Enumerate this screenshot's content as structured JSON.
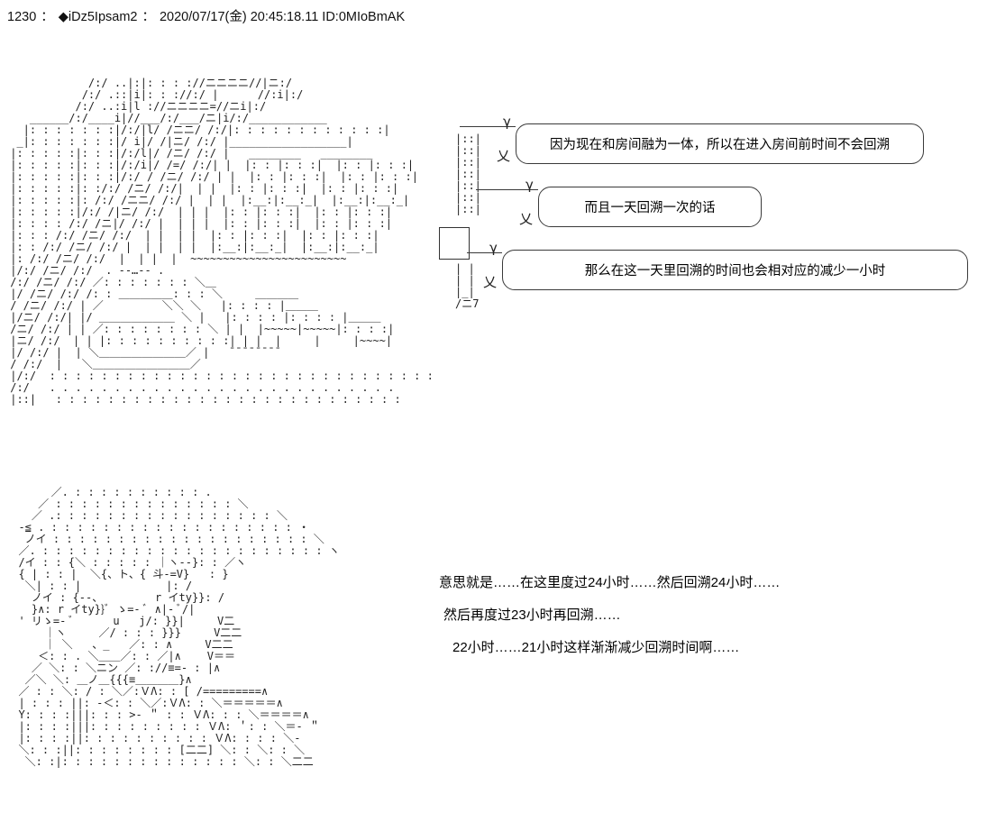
{
  "post": {
    "number": "1230",
    "sep": "：",
    "tripcode": "◆iDz5Ipsam2",
    "datetime": "2020/07/17(金) 20:45:18.11",
    "id": "ID:0MIoBmAK"
  },
  "speech_bubbles": [
    {
      "tail_top": "γ",
      "tail_bottom": "乂",
      "text": "因为现在和房间融为一体，所以在进入房间前时间不会回溯"
    },
    {
      "tail_top": "γ",
      "tail_bottom": "乂",
      "text": "而且一天回溯一次的话"
    },
    {
      "tail_top": "γ",
      "tail_bottom": "乂",
      "text": "那么在这一天里回溯的时间也会相对应的减少一小时"
    }
  ],
  "dialogue_lines": [
    {
      "text": "意思就是……在这里度过24小时……然后回溯24小时……"
    },
    {
      "text": "然后再度过23小时再回溯……"
    },
    {
      "text": "22小时……21小时这样渐渐减少回溯时间啊……"
    }
  ],
  "ascii_art": {
    "room_scene": "             /:/ ..|:|: : : ://ニニニニ//|ニ:/\n            /:/ .::|i|: : ://:/ |      //:i|:/\n           /:/ ..:i|l ://ニニニニ=//ニi|:/\n    ______/:/____i|//___/:/___/ニ|i/:/____________\n   |: : : : : : :|/:/|l/ /ニニ/ /:/|: : : : : : : : : : : :|\n  _|: : : : : : :|/ i|/ /|ニ/ /:/ |__________________|\n |: : : : :|: : :|/:/l|/ /ニ/ /:/ |   ________   ________\n |: : : : :|: : :|/:/i|/ /=/ /:/| |  |: : |: : :|  |: : |: : :|\n |: : : : :|: : :|/:/ / /ニ/ /:/ | |  |: : |: : :|  |: : |: : :|\n |: : : : :|: :/:/ /ニ/ /:/|  | |  |: : |: : :|  |: : |: : :|\n |: : : : :|: /:/ /ニニ/ /:/ |  | |  |:__:|:__:_|  |:__:|:__:_|\n |: : : : :|/:/ /|ニ/ /:/  | | |  |: : |: : :|  |: : |: : :|\n |: : : : /:/ /ニ|/ /:/ |  | | |  |: : |: : :|  |: : |: : :|\n |: : : /:/ /ニ/ /:/  | |  | |  |: : |: : :|  |: : |: : :|\n |: : /:/ /ニ/ /:/ |  | |  | |  |:__:|:__:_|  |:__:|:__:_|\n |: /:/ /ニ/ /:/  |  | |  |  ~~~~~~~~~~~~~~~~~~~~~~~~\n |/:/ /ニ/ /:/  . -‐…‐- .\n /:/ /ニ/ /:/ ／: : : : : : : ＼＿\n |/ /ニ/ /:/ /: : ＿＿＿＿＿: : : ＼     ＿＿＿＿\n / /ニ/ /:/ | ／         ＼＼ ＼   |: : : : |＿＿＿\n |/ニ/ /:/| |/ ＿＿＿＿＿＿＿ ＼ |   |: : : : |: : : : |＿＿＿\n /ニ/ /:/ | | ／: : : : : : : : ＼ | |  |~~~~~|~~~~~|: : : :|\n |ニ/ /:/  | | |: : : : : : : : : :| | |  |     |     |~~~~|\n |/ /:/ |  | ＼＿＿＿＿＿＿＿＿／ |   ̄ ̄ ̄ ̄ ̄ ̄ ̄ ̄\n / /:/  |   ＼＿＿＿＿＿＿＿＿＿／\n |/:/  : : : : : : : : : : : : : : : : : : : : : : : : : : : : : :\n /:/   . . . . . . . . . . . . . . . . . . . . . . . . . . .\n |::|   : : : : : : : : : : : : : : : : : : : : : : : : : : :",
    "connector_top": "|::|\n|::|\n|::|\n|::|\n|::|\n|::|\n|::|",
    "connector_bottom": "| |\n| |\n|_|\n/ニ7",
    "character": "       ／. : : : : : : : : : : .\n     ／ : : : : : : : : : : : : : : ＼\n    ／ .: : : : : : : : : : : : : : : : : ＼\n  -≦ . : : : : : : : : : : : : : : : : : : : ・\n   ノイ : : : : : : : : : : : : : : : : : : : : ＼\n  ／. : : : : : : : : : : : : : : : : : : : : : : ヽ\n  /イ : : {＼ : : : : : ｜ヽ--}: : ／ヽ\n  { | : : |  ＼{、ト、{ 斗-=V}   : }\n   ＼| : : |             |: /\n    ノイ : {--、        r イty}}: /\n    }∧: r イty}}ﾞ ゝ=- ﾞ ∧|- ﾞ/|\n  ' リゝ=- ﾞ      u   j/: }}|     V二\n      ｜ヽ     ／/ : : : }}}     V二二\n      ｜ ＼   、_   ／: : ∧     V二二\n     ＜: : . ＼＿＿／: : ／|∧    V＝＝\n    ／ ＼: : ＼ニン ／: ://≡=- : |∧\n   ／＼ ＼: ＿ノ＿{{{≡＿＿＿＿}∧\n  ／ : : ＼: / : ＼／:ＶΛ: : [ /=========∧\n  | : : : ||: -＜: : ＼／:ＶΛ: : ＼＝＝＝＝＝∧\n  Y: : : :|||: : : >- ＂ : : ＶΛ: : : ＼＝＝＝＝∧\n  |: : : :|||: : : : : : : : : ＶΛ: ＇: : ＼＝- ＂\n  |: : : :||: : : : : : : : : : ＶΛ: : : : ＼-\n  ＼: : :||: : : : : : : : [二二] ＼: : ＼: : ＼\n   ＼: :|: : : : : : : : : : : : : : ＼: : ＼二二"
  }
}
